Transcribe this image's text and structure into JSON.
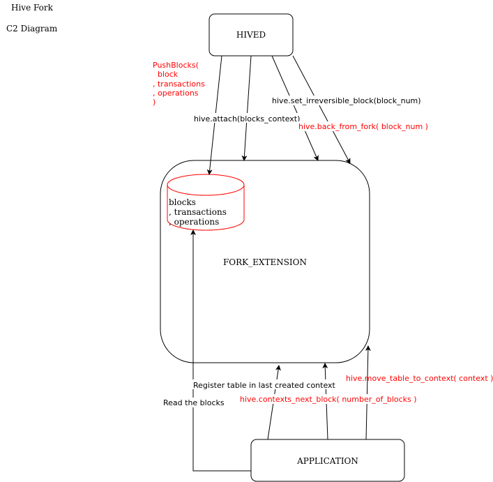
{
  "header": {
    "title": "Hive Fork",
    "subtitle": "C2 Diagram"
  },
  "nodes": {
    "hived": "HIVED",
    "fork_extension": "FORK_EXTENSION",
    "application": "APPLICATION",
    "db": {
      "line1": "blocks",
      "line2": ", transactions",
      "line3": ", operations"
    }
  },
  "edge_labels": {
    "push_blocks": [
      "PushBlocks(",
      "  block",
      ", transactions",
      ", operations",
      ")"
    ],
    "attach": "hive.attach(blocks_context)",
    "set_irreversible": "hive.set_irreversible_block(block_num)",
    "back_from_fork": "hive.back_from_fork( block_num )",
    "move_table": "hive.move_table_to_context( context )",
    "register_table": "Register table in last created context",
    "next_block": "hive.contexts_next_block( number_of_blocks )",
    "read_blocks": "Read the blocks"
  },
  "colors": {
    "accent": "#ff0000",
    "stroke": "#000000"
  }
}
